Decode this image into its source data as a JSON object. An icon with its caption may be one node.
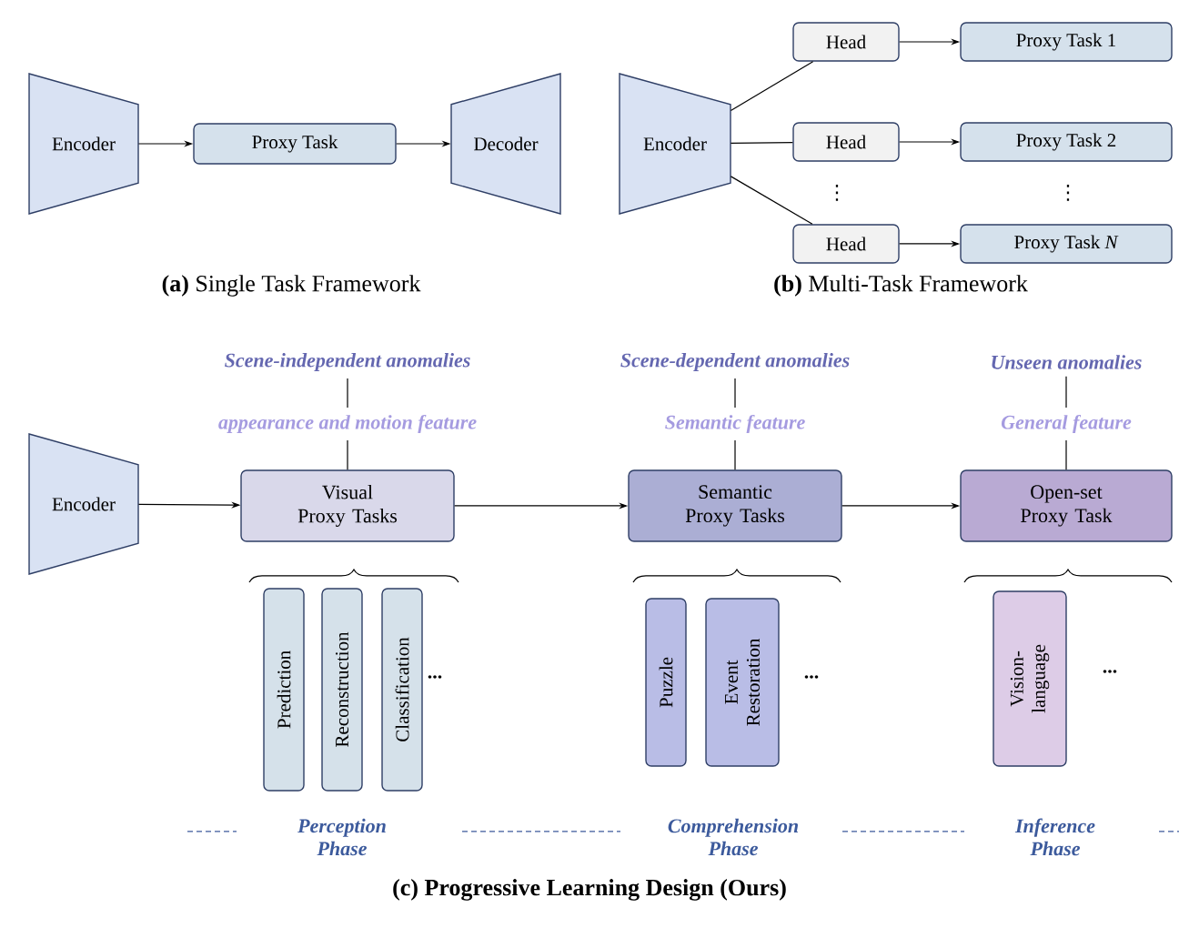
{
  "diagram": {
    "nodes": [
      {
        "text": [
          "Encoder"
        ]
      },
      {
        "text": [
          "Proxy Task"
        ]
      },
      {
        "text": [
          "Decoder"
        ]
      },
      {
        "text": [
          "Encoder"
        ]
      },
      {
        "text": [
          "Head"
        ]
      },
      {
        "text": [
          "Head"
        ]
      },
      {
        "text": [
          "Head"
        ]
      },
      {
        "text": [
          "Proxy Task 1"
        ]
      },
      {
        "text": [
          "Proxy Task 2"
        ]
      },
      {
        "text": [
          "Proxy Task *N*"
        ]
      },
      {
        "text": [
          "Encoder"
        ]
      },
      {
        "text": [
          "Visual Proxy Tasks"
        ]
      },
      {
        "text": [
          "Semantic Proxy Tasks"
        ]
      },
      {
        "text": [
          "Open-set Proxy Task"
        ]
      },
      {
        "text": [
          "Prediction"
        ]
      },
      {
        "text": [
          "Reconstruction"
        ]
      },
      {
        "text": [
          "Classification"
        ]
      },
      {
        "text": [
          "Puzzle"
        ]
      },
      {
        "text": [
          "Event Restoration"
        ]
      },
      {
        "text": [
          "Vision-language"
        ]
      },
      {
        "text": [
          "Scene-independent anomalies"
        ]
      },
      {
        "text": [
          "Scene-dependent anomalies"
        ]
      },
      {
        "text": [
          "Unseen anomalies"
        ]
      },
      {
        "text": [
          "appearance and motion feature"
        ]
      },
      {
        "text": [
          "Semantic feature"
        ]
      },
      {
        "text": [
          "General feature"
        ]
      }
    ],
    "edges": [
      {
        "from": 0,
        "to": 1,
        "arrow": "to"
      },
      {
        "from": 1,
        "to": 2,
        "arrow": "to"
      },
      {
        "from": 3,
        "to": 4,
        "arrow": "none"
      },
      {
        "from": 3,
        "to": 5,
        "arrow": "none"
      },
      {
        "from": 3,
        "to": 6,
        "arrow": "none"
      },
      {
        "from": 4,
        "to": 7,
        "arrow": "to"
      },
      {
        "from": 5,
        "to": 8,
        "arrow": "to"
      },
      {
        "from": 6,
        "to": 9,
        "arrow": "to"
      },
      {
        "from": 10,
        "to": 11,
        "arrow": "to"
      },
      {
        "from": 11,
        "to": 12,
        "arrow": "to"
      },
      {
        "from": 12,
        "to": 13,
        "arrow": "to"
      },
      {
        "from": 20,
        "to": 23,
        "arrow": "none"
      },
      {
        "from": 21,
        "to": 24,
        "arrow": "none"
      },
      {
        "from": 22,
        "to": 25,
        "arrow": "none"
      },
      {
        "from": 23,
        "to": 11,
        "arrow": "none"
      },
      {
        "from": 24,
        "to": 12,
        "arrow": "none"
      },
      {
        "from": 25,
        "to": 13,
        "arrow": "none"
      }
    ],
    "labels": [
      "**(a)** Single Task Framework",
      "**(b)** Multi-Task Framework",
      "⋮",
      "⋮",
      "...",
      "...",
      "...",
      "Perception Phase",
      "Comprehension Phase",
      "Inference Phase",
      "(c) Progressive Learning Design (Ours)"
    ]
  }
}
